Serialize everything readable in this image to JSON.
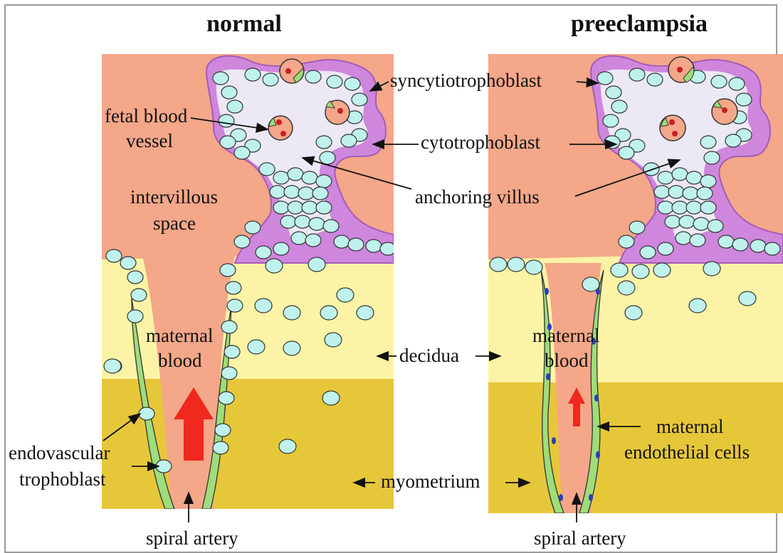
{
  "panels": {
    "left_title": "normal",
    "right_title": "preeclampsia"
  },
  "labels": {
    "syncytiotrophoblast": "syncytiotrophoblast",
    "fetal_blood_1": "fetal blood",
    "fetal_blood_2": "vessel",
    "cytotrophoblast": "cytotrophoblast",
    "anchoring_villus": "anchoring villus",
    "intervillous_1": "intervillous",
    "intervillous_2": "space",
    "maternal_1": "maternal",
    "maternal_2": "blood",
    "maternal_r_1": "maternal",
    "maternal_r_2": "blood",
    "decidua": "decidua",
    "myometrium": "myometrium",
    "endovascular_1": "endovascular",
    "endovascular_2": "trophoblast",
    "endothelial_1": "maternal",
    "endothelial_2": "endothelial cells",
    "spiral_left": "spiral artery",
    "spiral_right": "spiral artery"
  },
  "colors": {
    "intervillous": "#f4a789",
    "decidua": "#fdf3a6",
    "myometrium": "#e6c73a",
    "syncytio": "#cf86dd",
    "villus_core": "#ece8f6",
    "cell": "#bff2ec",
    "endothelium": "#9edd7a",
    "arrow": "#f0281e"
  }
}
